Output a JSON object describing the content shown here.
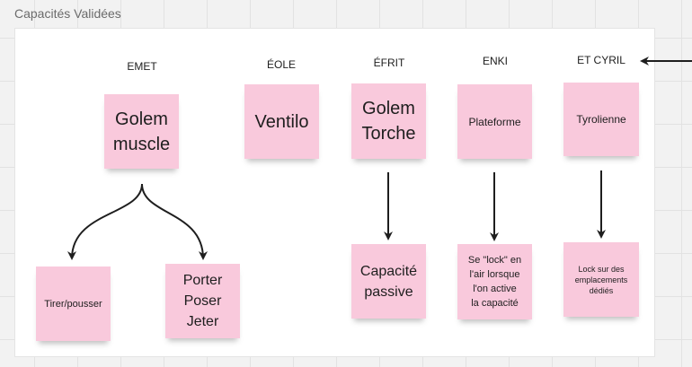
{
  "board": {
    "frame_title": "Capacités Validées"
  },
  "columns": [
    {
      "label": "EMET"
    },
    {
      "label": "ÉOLE"
    },
    {
      "label": "ÉFRIT"
    },
    {
      "label": "ENKI"
    },
    {
      "label": "ET CYRIL"
    }
  ],
  "stickies": {
    "golem_muscle": "Golem\nmuscle",
    "ventilo": "Ventilo",
    "golem_torche": "Golem\nTorche",
    "plateforme": "Plateforme",
    "tyrolienne": "Tyrolienne",
    "tirer_pousser": "Tirer/pousser",
    "porter_poser_jeter": "Porter\nPoser\nJeter",
    "capacite_passive": "Capacité\npassive",
    "se_lock": "Se \"lock\" en\nl'air lorsque\nl'on active\nla capacité",
    "lock_emplacements": "Lock sur des\nemplacements\ndédiés"
  },
  "colors": {
    "sticky": "#f9c9dc",
    "connector": "#1e1e1e",
    "canvas": "#f2f2f2"
  }
}
